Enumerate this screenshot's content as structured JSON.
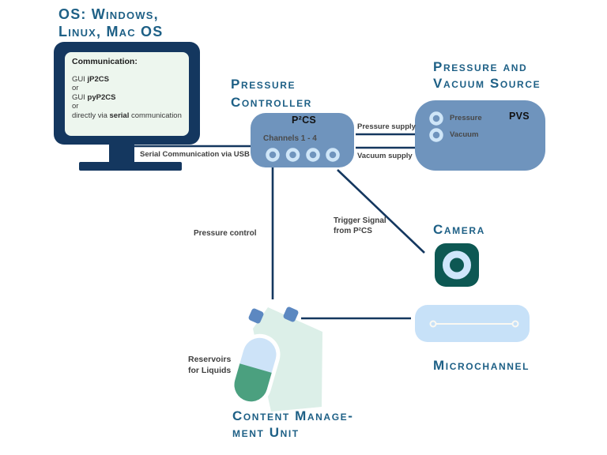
{
  "colors": {
    "title_blue": "#1E6086",
    "line_navy": "#14375F",
    "box_blue": "#6F94BD",
    "ring_light": "#CFE6F8",
    "label_gray": "#3F3F3F",
    "monitor_screen_bg": "#EDF6EE",
    "camera_teal": "#0D5853",
    "chip_blue": "#C7E1F8",
    "cmu_mint": "#DCEFE8",
    "port_blue": "#5C88C1",
    "reservoir_blue": "#CDE3F8",
    "reservoir_green": "#4BA07F"
  },
  "os_block": {
    "title_line1": "OS: Windows,",
    "title_line2": "Linux, Mac OS",
    "screen": {
      "heading": "Communication:",
      "gui1_prefix": "GUI ",
      "gui1_name": "jP2CS",
      "or1": "or",
      "gui2_prefix": "GUI ",
      "gui2_name": "pyP2CS",
      "or2": "or",
      "serial_pre": "directly via ",
      "serial_bold": "serial",
      "serial_post": " communication"
    }
  },
  "pressure_controller": {
    "title_line1": "Pressure",
    "title_line2": "Controller",
    "device_label": "P²CS",
    "channels_label": "Channels 1 - 4"
  },
  "pvs": {
    "title_line1": "Pressure and",
    "title_line2": "Vacuum Source",
    "device_label": "PVS",
    "port1_label": "Pressure",
    "port2_label": "Vacuum"
  },
  "camera": {
    "title": "Camera"
  },
  "microchannel": {
    "title": "Microchannel"
  },
  "cmu": {
    "title_line1": "Content Manage-",
    "title_line2": "ment Unit",
    "reservoirs_line1": "Reservoirs",
    "reservoirs_line2": "for Liquids"
  },
  "connections": {
    "serial_usb": "Serial Communication via USB",
    "pressure_supply": "Pressure supply",
    "vacuum_supply": "Vacuum supply",
    "pressure_control": "Pressure control",
    "trigger_line1": "Trigger Signal",
    "trigger_line2": "from P²CS"
  }
}
